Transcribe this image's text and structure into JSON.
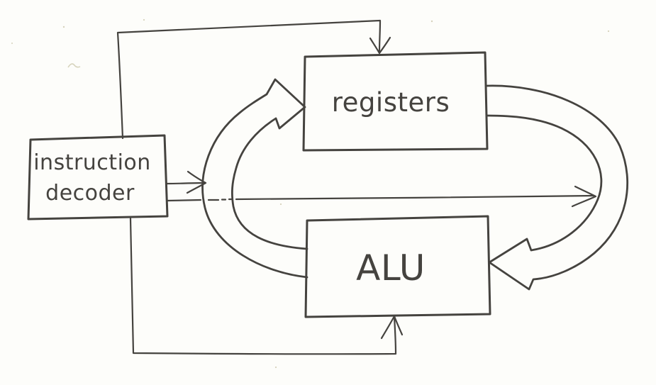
{
  "diagram": {
    "type": "hand-drawn block diagram (pen sketch of a CPU datapath)",
    "nodes": {
      "decoder": {
        "label_lines": [
          "instruction",
          "decoder"
        ]
      },
      "registers": {
        "label": "registers"
      },
      "alu": {
        "label": "ALU"
      }
    },
    "edges": [
      {
        "from": "instruction decoder",
        "to": "registers",
        "route": "up the left side and across the top, entering the top of registers",
        "line": "thin",
        "arrowhead": "small v"
      },
      {
        "from": "instruction decoder",
        "to": "ALU",
        "route": "down the left side and along the bottom, entering the bottom of ALU",
        "line": "thin",
        "arrowhead": "small v"
      },
      {
        "from": "instruction decoder",
        "to": "ALU-to-registers bus arrow",
        "route": "short horizontal line from decoder right edge",
        "line": "thin",
        "arrowhead": "small v"
      },
      {
        "from": "instruction decoder",
        "to": "registers-to-ALU bus arrow",
        "route": "long horizontal line between the two boxes; dashed where it crosses the left bus arrow",
        "line": "thin, partly dashed",
        "arrowhead": "small v"
      },
      {
        "from": "ALU",
        "to": "registers",
        "route": "wide hollow bus arrow curving up the middle-left, entering left side of registers",
        "line": "wide hollow band",
        "arrowhead": "large hollow triangle"
      },
      {
        "from": "registers",
        "to": "ALU",
        "route": "wide hollow bus arrow curving around the right side, entering right side of ALU",
        "line": "wide hollow band",
        "arrowhead": "large hollow triangle"
      }
    ],
    "colors": {
      "ink": "#45433f",
      "paper": "#fdfdfa"
    }
  }
}
